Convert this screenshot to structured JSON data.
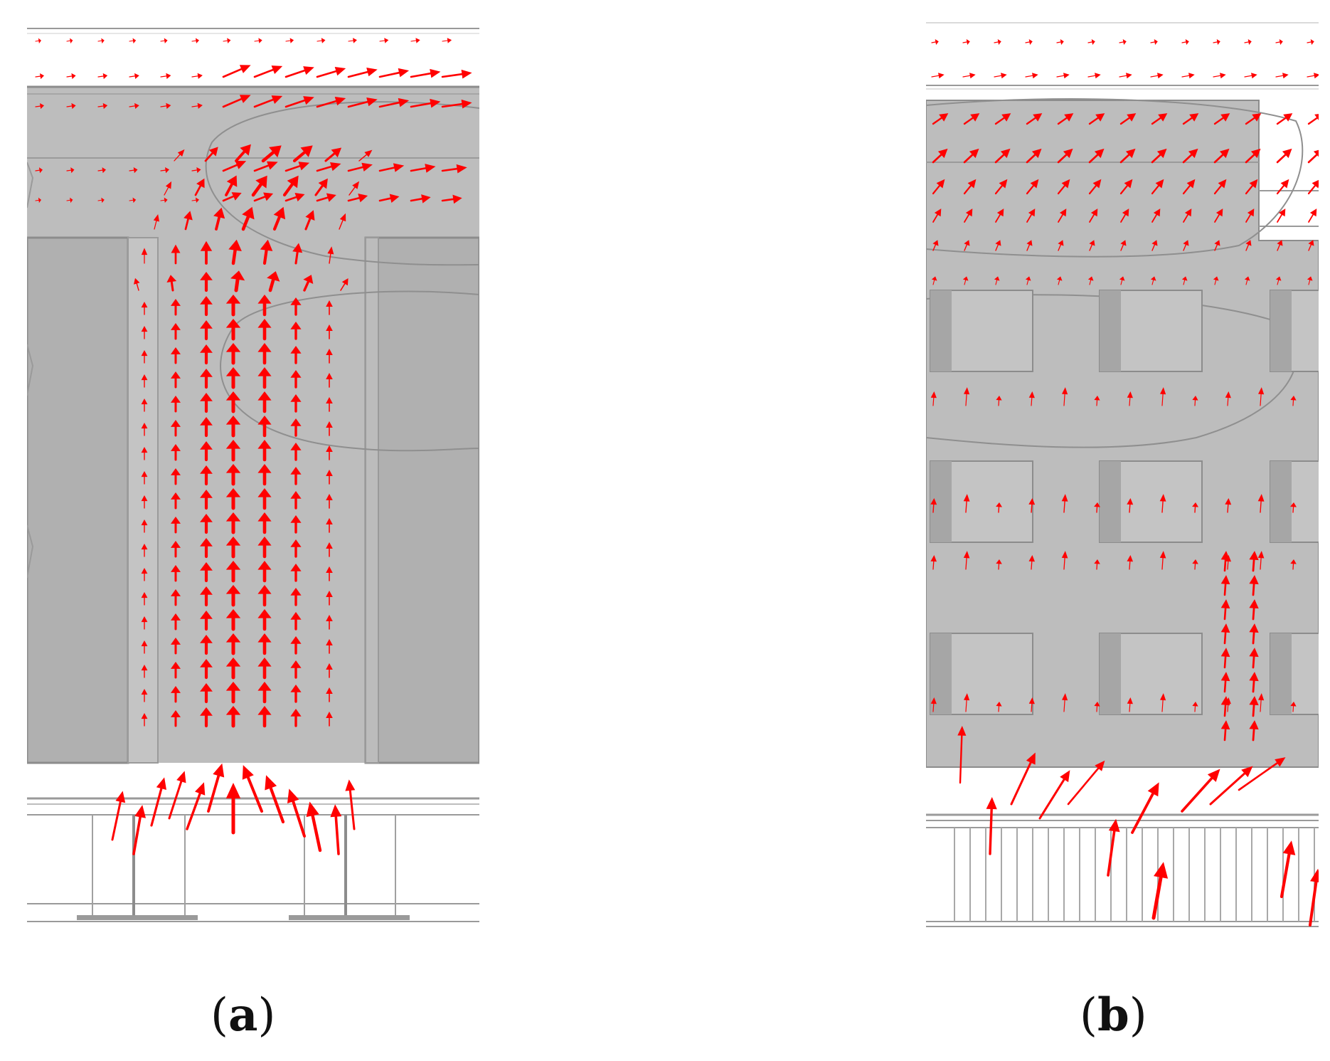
{
  "figure": {
    "panels": [
      {
        "id": "a",
        "caption_open": "(",
        "caption_letter": "a",
        "caption_close": ")"
      },
      {
        "id": "b",
        "caption_open": "(",
        "caption_letter": "b",
        "caption_close": ")"
      }
    ]
  },
  "colors": {
    "background": "#ffffff",
    "wall_gray": "#bdbdbd",
    "structure_gray": "#b3b3b3",
    "edge_gray": "#8c8c8c",
    "vector_red": "#ff0000"
  }
}
